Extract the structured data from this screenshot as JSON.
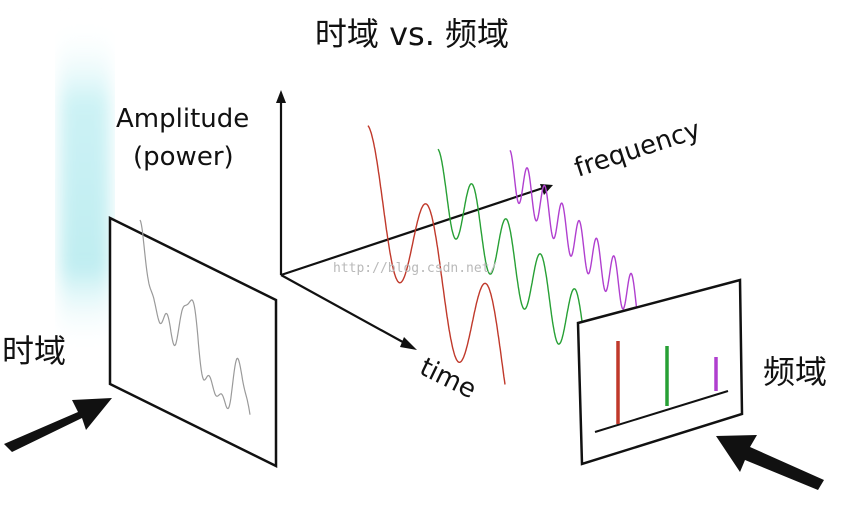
{
  "title": "时域 vs. 频域",
  "labels": {
    "amplitude_line1": "Amplitude",
    "amplitude_line2": "(power)",
    "frequency": "frequency",
    "time": "time",
    "time_domain": "时域",
    "frequency_domain": "频域"
  },
  "watermark": "http://blog.csdn.net/",
  "colors": {
    "sine_low": "#c0392b",
    "sine_mid": "#27a035",
    "sine_high": "#b03fcf",
    "axis": "#111111",
    "time_trace": "#9a9a9a",
    "glow": "#bfeff2"
  },
  "icons": {
    "time_arrow": "arrow-up-right-icon",
    "frequency_arrow": "arrow-up-left-icon"
  }
}
